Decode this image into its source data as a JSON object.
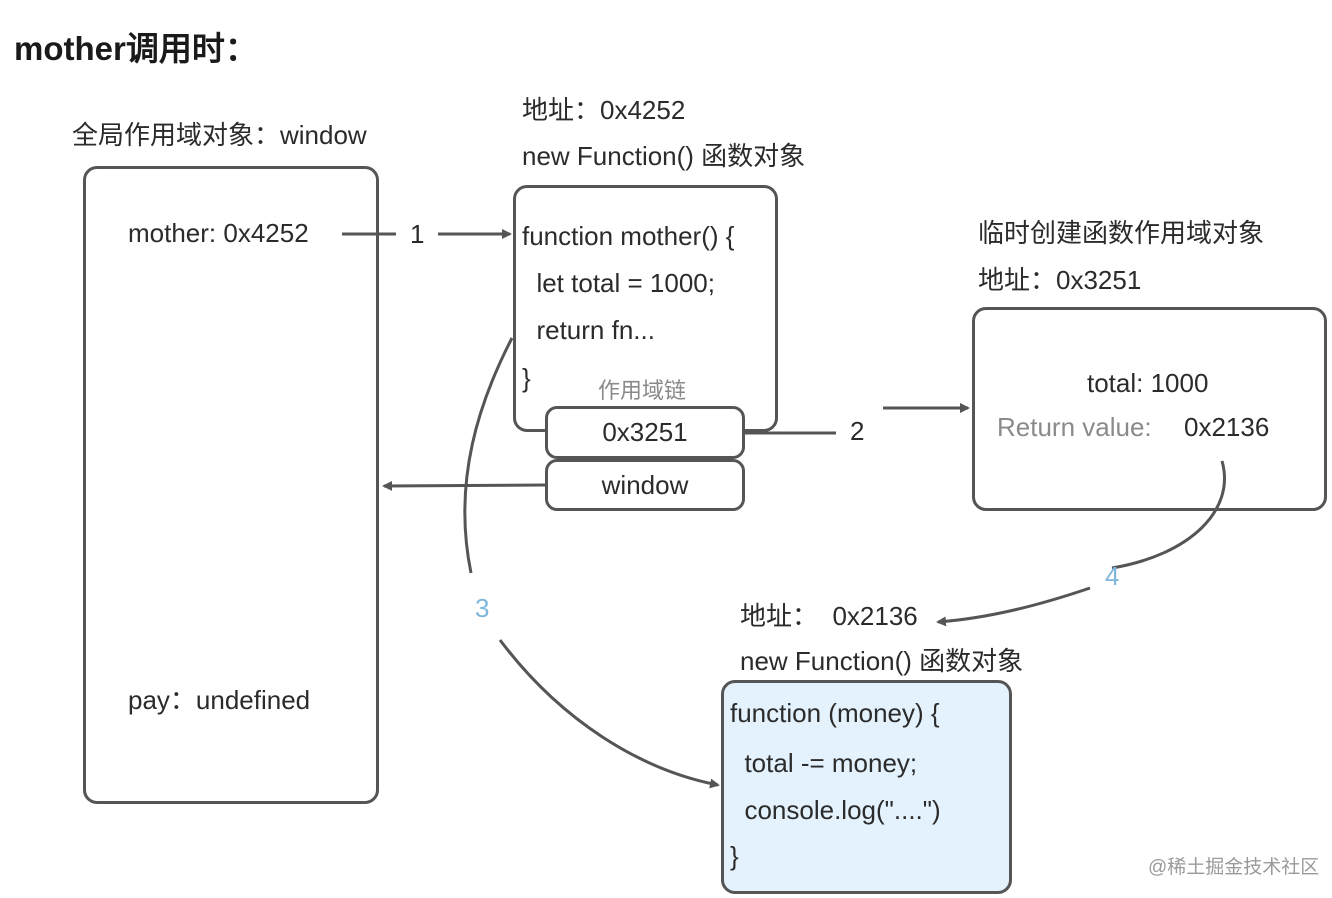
{
  "heading": "mother调用时：",
  "global": {
    "title": "全局作用域对象：window",
    "mother_entry": "mother: 0x4252",
    "pay_entry": "pay：undefined"
  },
  "mother_fn": {
    "address": "地址：0x4252",
    "kind": "new Function() 函数对象",
    "code": [
      "function mother() {",
      "  let total = 1000;",
      "  return fn...",
      "}"
    ],
    "scope_chain_label": "作用域链",
    "scope_chain": [
      "0x3251",
      "window"
    ]
  },
  "temp_scope": {
    "title": "临时创建函数作用域对象",
    "address": "地址：0x3251",
    "total_line": "total: 1000",
    "return_label": "Return value:",
    "return_value": "0x2136"
  },
  "inner_fn": {
    "address": "地址：  0x2136",
    "kind": "new Function() 函数对象",
    "code": [
      "function (money) {",
      "  total -= money;",
      "  console.log(\"....\")",
      "}"
    ]
  },
  "arrows": {
    "step1": "1",
    "step2": "2",
    "step3": "3",
    "step4": "4"
  },
  "colors": {
    "border": "#555555",
    "inner_fn_fill": "#e3f2fc",
    "step_blue": "#7fb6dd"
  },
  "watermark": "@稀土掘金技术社区"
}
